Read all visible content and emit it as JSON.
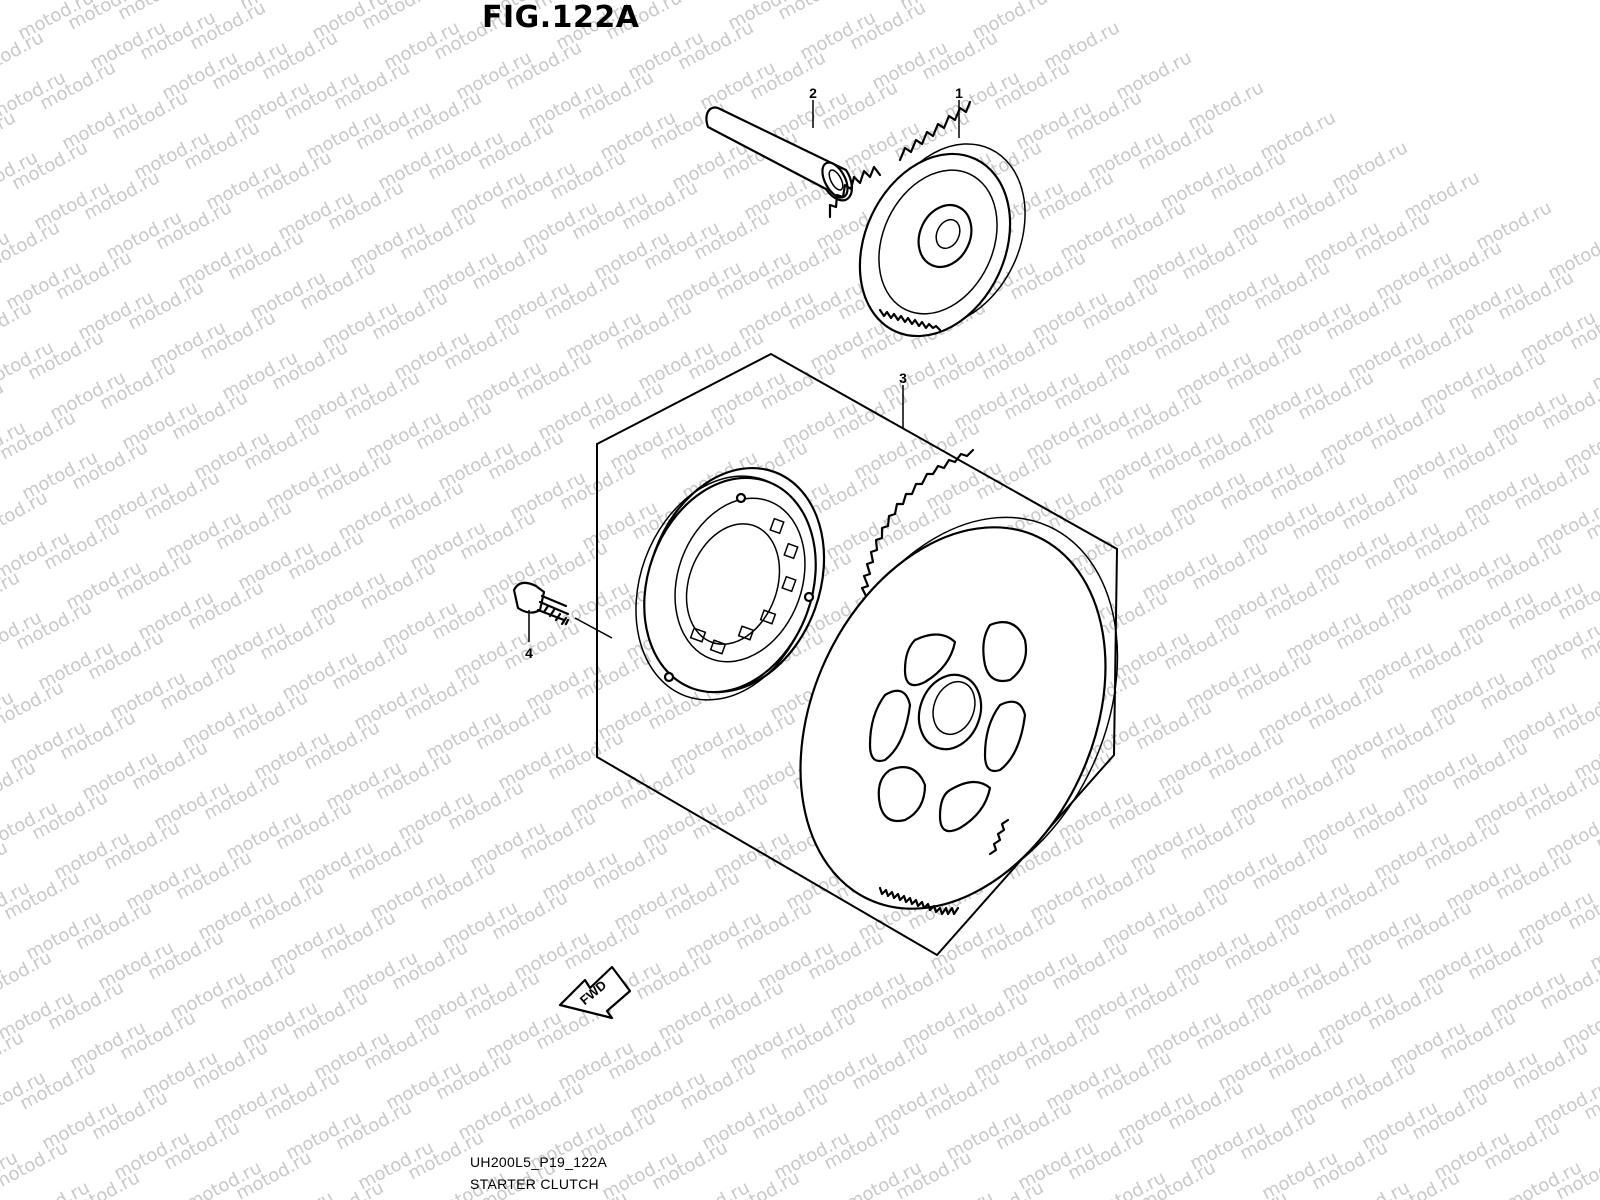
{
  "figure_title": "FIG.122A",
  "watermark_text": "motod.ru",
  "callouts": {
    "part_1": "1",
    "part_2": "2",
    "part_3": "3",
    "part_4": "4"
  },
  "fwd_label": "FWD",
  "footer": {
    "drawing_code": "UH200L5_P19_122A",
    "caption": "STARTER CLUTCH"
  },
  "colors": {
    "line": "#000000",
    "watermark": "#c8c8c8",
    "background": "#ffffff"
  }
}
